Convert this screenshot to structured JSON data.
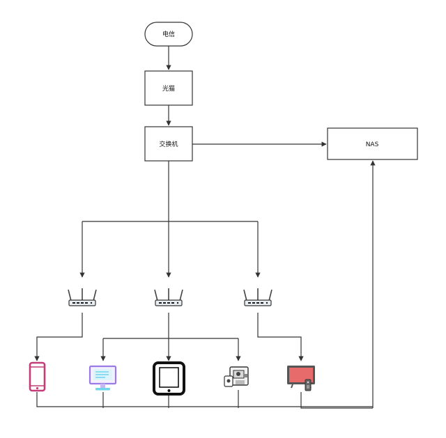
{
  "diagram": {
    "nodes": {
      "isp": "电信",
      "modem": "光猫",
      "switch": "交换机",
      "nas": "NAS"
    },
    "routers": [
      "router-1",
      "router-2",
      "router-3"
    ],
    "devices": [
      "phone",
      "desktop-monitor",
      "tablet",
      "camera-device",
      "tv"
    ]
  },
  "colors": {
    "line": "#333333",
    "phone": "#c43c78",
    "monitor": "#9a7ae6",
    "monitor_screen": "#6fd6ee",
    "tablet": "#111111",
    "tv_screen": "#e86b6b",
    "tv_frame": "#555555"
  }
}
